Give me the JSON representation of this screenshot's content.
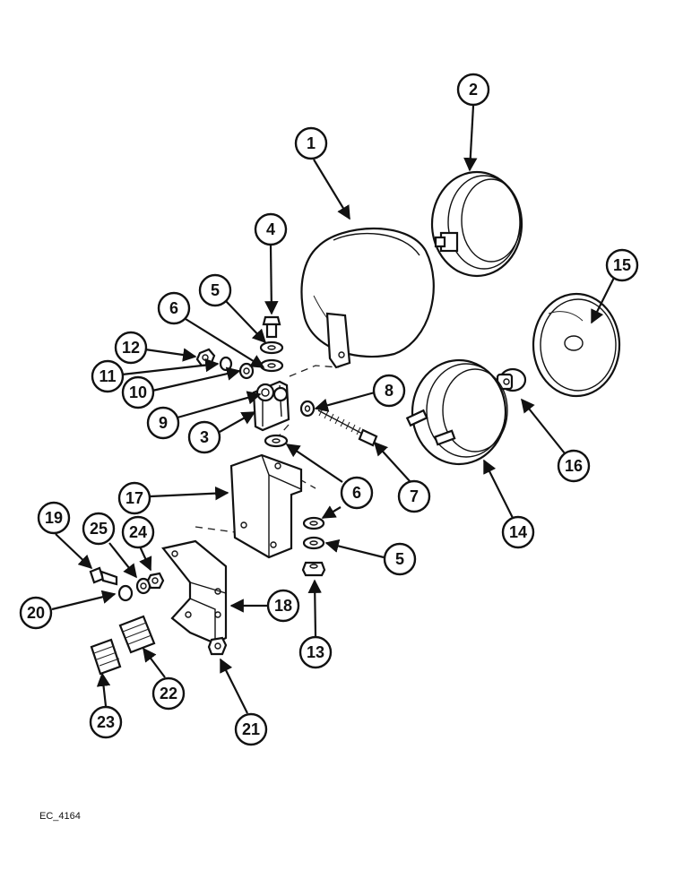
{
  "drawing_code": "EC_4164",
  "colors": {
    "ink": "#111111",
    "paper": "#ffffff"
  },
  "callouts": [
    "1",
    "2",
    "3",
    "4",
    "5",
    "6",
    "7",
    "8",
    "9",
    "10",
    "11",
    "12",
    "13",
    "14",
    "15",
    "16",
    "17",
    "18",
    "19",
    "20",
    "21",
    "22",
    "23",
    "24",
    "25",
    "5",
    "6"
  ]
}
